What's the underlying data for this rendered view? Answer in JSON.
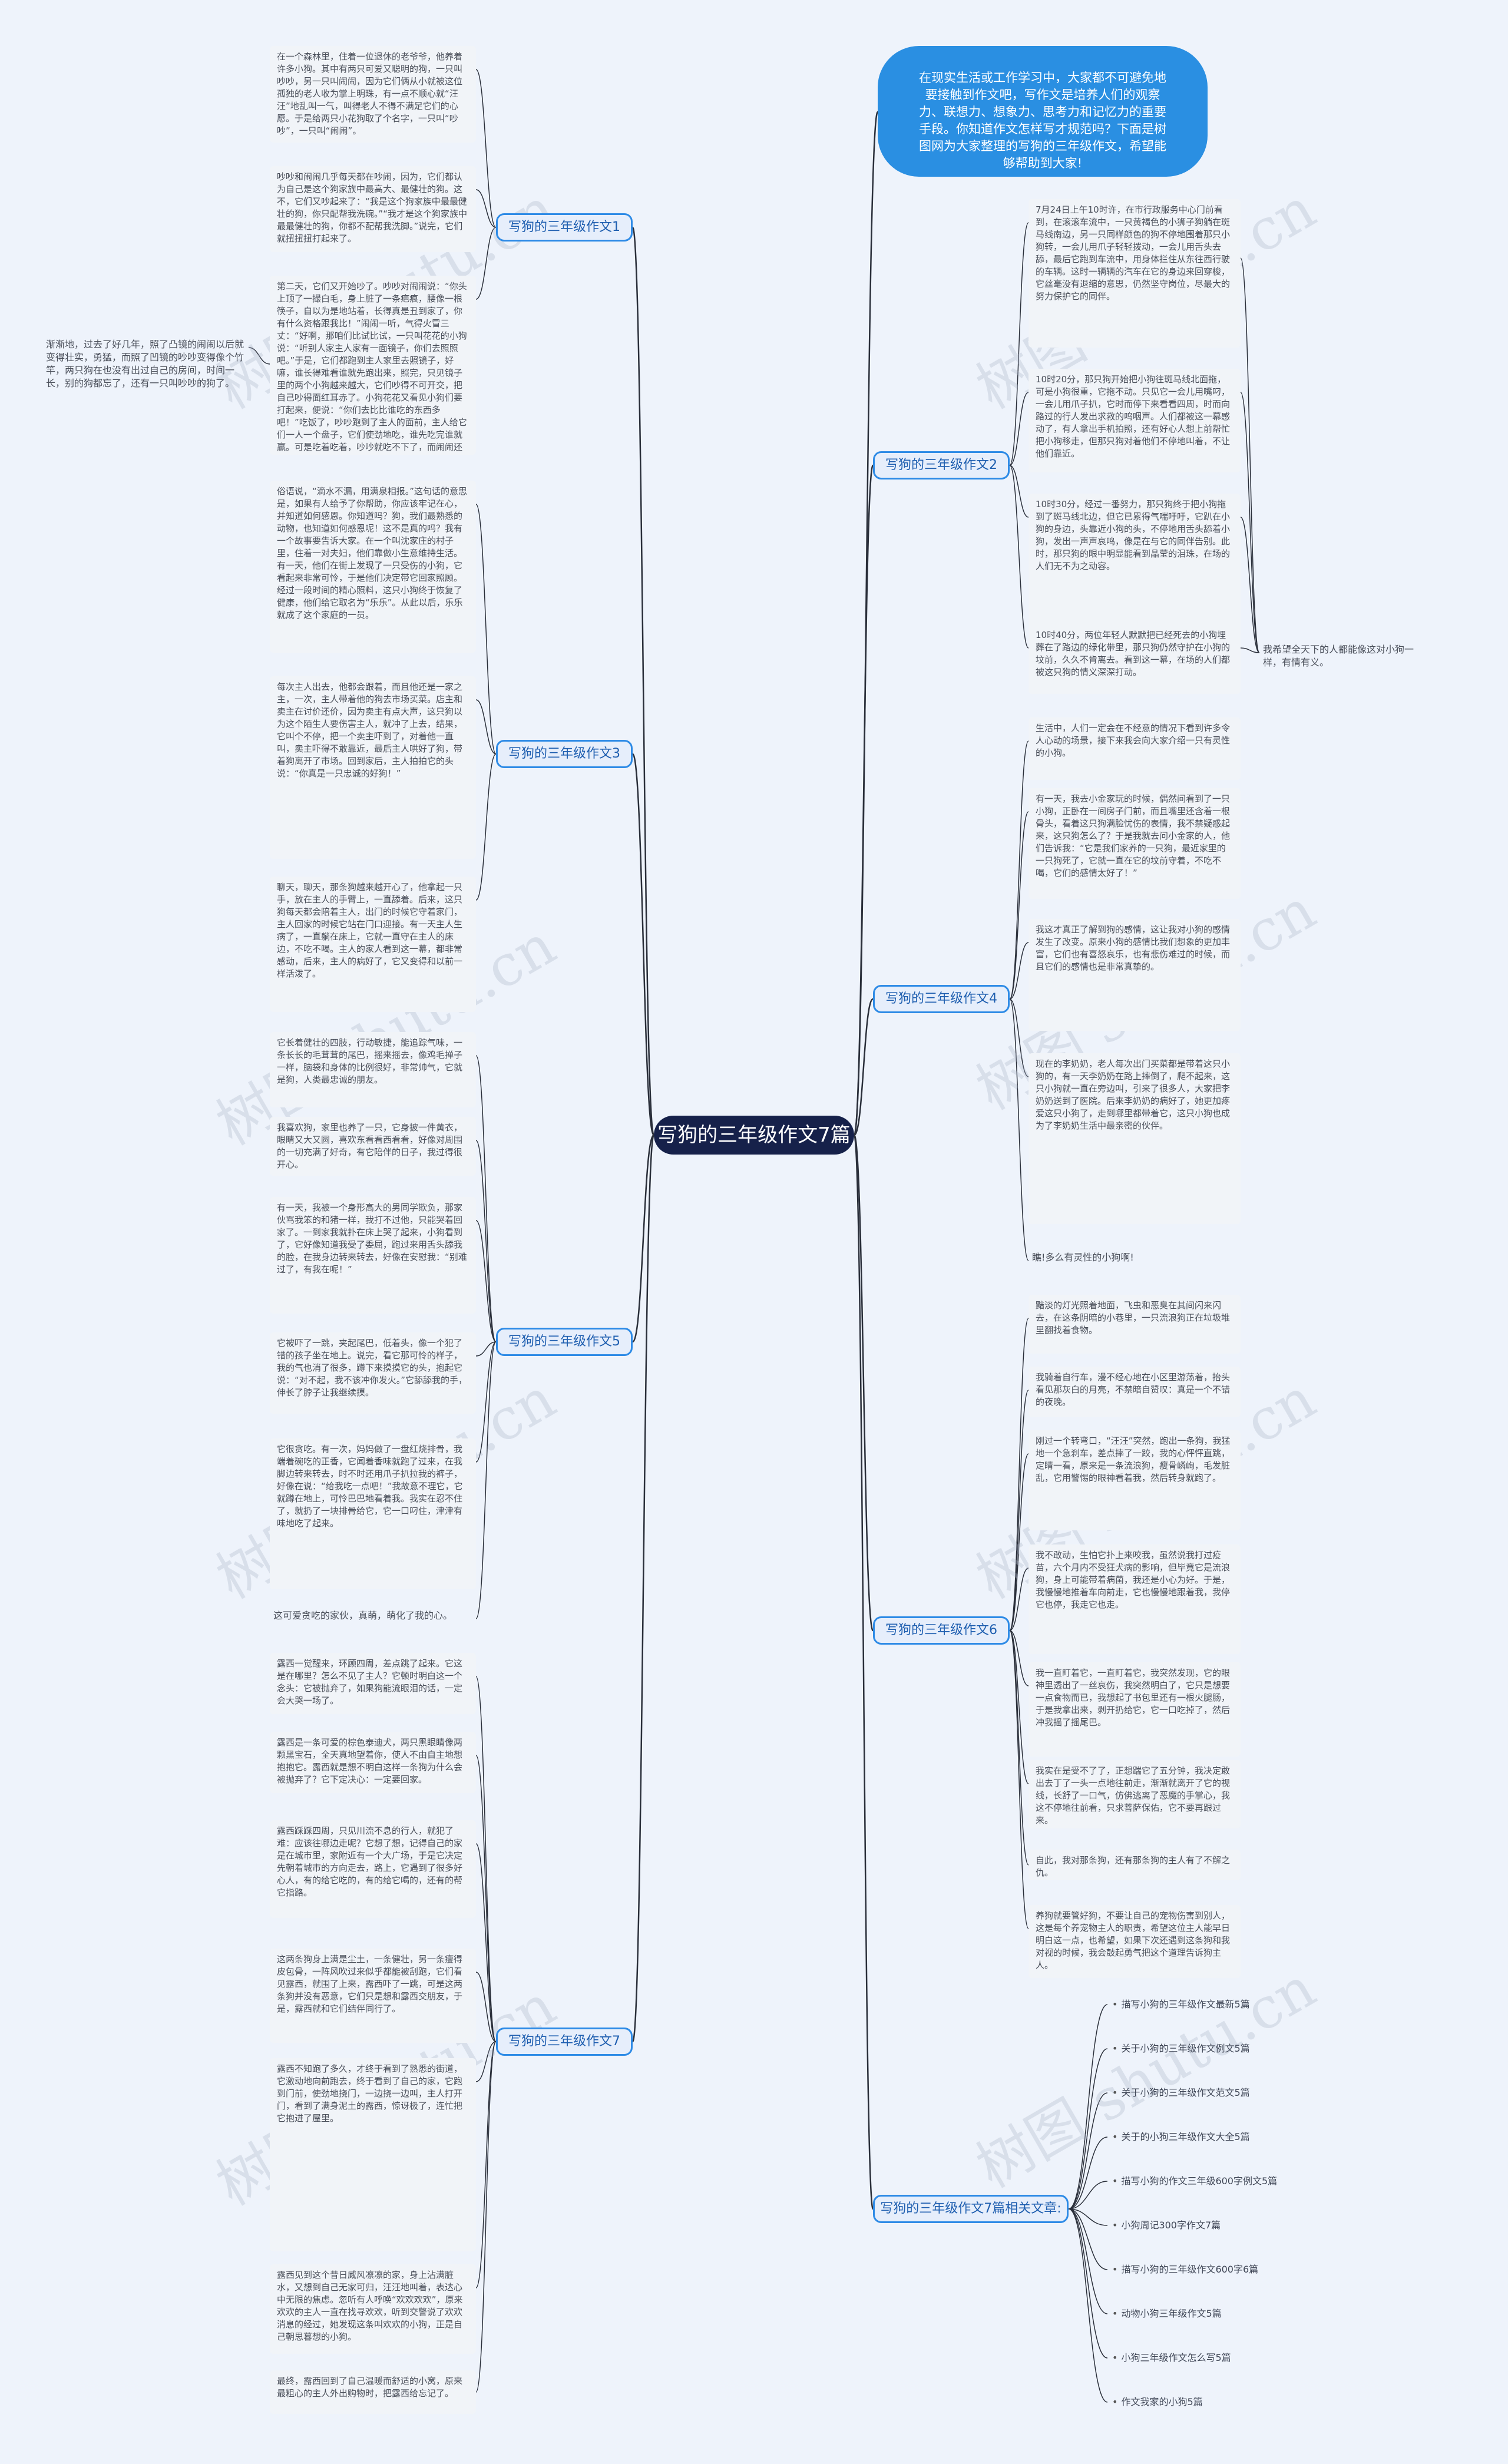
{
  "root": {
    "label": "写狗的三年级作文7篇"
  },
  "intro": "在现实生活或工作学习中，大家都不可避免地要接触到作文吧，写作文是培养人们的观察力、联想力、想象力、思考力和记忆力的重要手段。你知道作文怎样写才规范吗？下面是树图网为大家整理的写狗的三年级作文，希望能够帮助到大家!",
  "branches": [
    {
      "label": "写狗的三年级作文1",
      "notes": [
        "在一个森林里，住着一位退休的老爷爷，他养着许多小狗。其中有两只可爱又聪明的狗，一只叫吵吵，另一只叫闹闹，因为它们俩从小就被这位孤独的老人收为掌上明珠，有一点不顺心就“汪汪”地乱叫一气，叫得老人不得不满足它们的心愿。于是给两只小花狗取了个名字，一只叫“吵吵”，一只叫“闹闹”。",
        "吵吵和闹闹几乎每天都在吵闹，因为，它们都认为自己是这个狗家族中最高大、最健壮的狗。这不，它们又吵起来了：“我是这个狗家族中最最健壮的狗，你只配帮我洗碗。”“我才是这个狗家族中最最健壮的狗，你都不配帮我洗脚。”说完，它们就扭扭扭打起来了。",
        "第二天，它们又开始吵了。吵吵对闹闹说：“你头上顶了一撮白毛，身上脏了一条疤痕，腰像一根筷子，自以为是地站着，长得真是丑到家了，你有什么资格跟我比！”闹闹一听，气得火冒三丈：“好啊，那咱们比试比试，一只叫花花的小狗说：“听别人家主人家有一面镜子，你们去照照吧。”于是，它们都跑到主人家里去照镜子，好嘛，谁长得难看谁就先跑出来，照完，只见镜子里的两个小狗越来越大，它们吵得不可开交，把自己吵得面红耳赤了。小狗花花又看见小狗们要打起来，便说：“你们去比比谁吃的东西多吧！”吃饭了，吵吵跑到了主人的面前，主人给它们一人一个盘子，它们使劲地吃，谁先吃完谁就赢。可是吃着吃着，吵吵就吃不下了，而闹闹还一个劲地往嘴里塞，最终闹闹赢了。吵吵惊讶地发现自己比闹闹壮得多，它们都为自己有这样的想法而感到惭愧。"
      ],
      "side": "渐渐地，过去了好几年，照了凸镜的闹闹以后就变得壮实，勇猛，而照了凹镜的吵吵变得像个竹竿，两只狗在也没有出过自己的房间，时间一长，别的狗都忘了，还有一只叫吵吵的狗了。"
    },
    {
      "label": "写狗的三年级作文2",
      "notes": [
        "7月24日上午10时许，在市行政服务中心门前看到，在滚滚车流中，一只黄褐色的小狮子狗躺在斑马线南边，另一只同样颜色的狗不停地围着那只小狗转，一会儿用爪子轻轻拨动，一会儿用舌头去舔，最后它跑到车流中，用身体拦住从东往西行驶的车辆。这时一辆辆的汽车在它的身边来回穿梭，它丝毫没有退缩的意思，仍然坚守岗位，尽最大的努力保护它的同伴。",
        "10时20分，那只狗开始把小狗往斑马线北面拖，可是小狗很重，它拖不动。只见它一会儿用嘴叼，一会儿用爪子扒，它时而停下来看看四周，时而向路过的行人发出求救的呜咽声。人们都被这一幕感动了，有人拿出手机拍照，还有好心人想上前帮忙把小狗移走，但那只狗对着他们不停地叫着，不让他们靠近。",
        "10时30分，经过一番努力，那只狗终于把小狗拖到了斑马线北边，但它已累得气喘吁吁，它趴在小狗的身边，头靠近小狗的头，不停地用舌头舔着小狗，发出一声声哀鸣，像是在与它的同伴告别。此时，那只狗的眼中明显能看到晶莹的泪珠，在场的人们无不为之动容。",
        "10时40分，两位年轻人默默把已经死去的小狗埋葬在了路边的绿化带里，那只狗仍然守护在小狗的坟前，久久不肯离去。看到这一幕，在场的人们都被这只狗的情义深深打动。"
      ],
      "side": "我希望全天下的人都能像这对小狗一样，有情有义。"
    },
    {
      "label": "写狗的三年级作文3",
      "notes": [
        "俗语说，“滴水不漏，用满泉相报。”这句话的意思是，如果有人给予了你帮助，你应该牢记在心，并知道如何感恩。你知道吗？狗，我们最熟悉的动物，也知道如何感恩呢！这不是真的吗？我有一个故事要告诉大家。在一个叫沈家庄的村子里，住着一对夫妇，他们靠做小生意维持生活。有一天，他们在街上发现了一只受伤的小狗，它看起来非常可怜，于是他们决定带它回家照顾。经过一段时间的精心照料，这只小狗终于恢复了健康，他们给它取名为“乐乐”。从此以后，乐乐就成了这个家庭的一员。",
        "每次主人出去，他都会跟着，而且他还是一家之主，一次，主人带着他的狗去市场买菜。店主和卖主在讨价还价，因为卖主有点大声，这只狗以为这个陌生人要伤害主人，就冲了上去，结果，它叫个不停，把一个卖主吓到了，对着他一直叫，卖主吓得不敢靠近，最后主人哄好了狗，带着狗离开了市场。回到家后，主人拍拍它的头说：“你真是一只忠诚的好狗！”",
        "聊天，聊天，那条狗越来越开心了，他拿起一只手，放在主人的手臂上，一直舔着。后来，这只狗每天都会陪着主人，出门的时候它守着家门，主人回家的时候它站在门口迎接。有一天主人生病了，一直躺在床上，它就一直守在主人的床边，不吃不喝。主人的家人看到这一幕，都非常感动，后来，主人的病好了，它又变得和以前一样活泼了。"
      ],
      "side": ""
    },
    {
      "label": "写狗的三年级作文4",
      "notes": [
        "生活中，人们一定会在不经意的情况下看到许多令人心动的场景，接下来我会向大家介绍一只有灵性的小狗。",
        "有一天，我去小金家玩的时候，偶然间看到了一只小狗，正卧在一间房子门前，而且嘴里还含着一根骨头，看着这只狗满脸忧伤的表情，我不禁疑惑起来，这只狗怎么了？于是我就去问小金家的人，他们告诉我：“它是我们家养的一只狗，最近家里的一只狗死了，它就一直在它的坟前守着，不吃不喝，它们的感情太好了！”",
        "我这才真正了解到狗的感情，这让我对小狗的感情发生了改变。原来小狗的感情比我们想象的更加丰富，它们也有喜怒哀乐，也有悲伤难过的时候，而且它们的感情也是非常真挚的。",
        "现在的李奶奶，老人每次出门买菜都是带着这只小狗的，有一天李奶奶在路上摔倒了，爬不起来，这只小狗就一直在旁边叫，引来了很多人，大家把李奶奶送到了医院。后来李奶奶的病好了，她更加疼爱这只小狗了，走到哪里都带着它，这只小狗也成为了李奶奶生活中最亲密的伙伴。"
      ],
      "side": "瞧!多么有灵性的小狗啊!"
    },
    {
      "label": "写狗的三年级作文5",
      "notes": [
        "它长着健壮的四肢，行动敏捷，能追踪气味，一条长长的毛茸茸的尾巴，摇来摇去，像鸡毛掸子一样，脑袋和身体的比例很好，非常帅气，它就是狗，人类最忠诚的朋友。",
        "我喜欢狗，家里也养了一只，它身披一件黄衣，眼睛又大又圆，喜欢东看看西看看，好像对周围的一切充满了好奇，有它陪伴的日子，我过得很开心。",
        "有一天，我被一个身形高大的男同学欺负，那家伙骂我笨的和猪一样，我打不过他，只能哭着回家了。一到家我就扑在床上哭了起来，小狗看到了，它好像知道我受了委屈，跑过来用舌头舔我的脸，在我身边转来转去，好像在安慰我：“别难过了，有我在呢！”",
        "它被吓了一跳，夹起尾巴，低着头，像一个犯了错的孩子坐在地上。说完，看它那可怜的样子，我的气也消了很多，蹲下来摸摸它的头，抱起它说：“对不起，我不该冲你发火。”它舔舔我的手，伸长了脖子让我继续摸。",
        "它很贪吃。有一次，妈妈做了一盘红烧排骨，我端着碗吃的正香，它闻着香味就跑了过来，在我脚边转来转去，时不时还用爪子扒拉我的裤子，好像在说：“给我吃一点吧！”我故意不理它，它就蹲在地上，可怜巴巴地看着我。我实在忍不住了，就扔了一块排骨给它，它一口叼住，津津有味地吃了起来。"
      ],
      "side": "这可爱贪吃的家伙，真萌，萌化了我的心。"
    },
    {
      "label": "写狗的三年级作文6",
      "notes": [
        "黯淡的灯光照着地面，飞虫和恶臭在其间闪来闪去，在这条阴暗的小巷里，一只流浪狗正在垃圾堆里翻找着食物。",
        "我骑着自行车，漫不经心地在小区里游荡着，抬头看见那灰白的月亮，不禁暗自赞叹：真是一个不错的夜晚。",
        "刚过一个转弯口，“汪汪”突然，跑出一条狗，我猛地一个急刹车，差点摔了一跤，我的心怦怦直跳，定睛一看，原来是一条流浪狗，瘦骨嶙峋，毛发脏乱，它用警惕的眼神看着我，然后转身就跑了。",
        "我不敢动，生怕它扑上来咬我，虽然说我打过疫苗，六个月内不受狂犬病的影响，但毕竟它是流浪狗，身上可能带着病菌，我还是小心为好。于是，我慢慢地推着车向前走，它也慢慢地跟着我，我停它也停，我走它也走。",
        "我一直盯着它，一直盯着它，我突然发现，它的眼神里透出了一丝哀伤，我突然明白了，它只是想要一点食物而已，我想起了书包里还有一根火腿肠，于是我拿出来，剥开扔给它，它一口吃掉了，然后冲我摇了摇尾巴。",
        "我实在是受不了了，正想踹它了五分钟，我决定敢出去丁了一头一点地往前走，渐渐就离开了它的视线，长舒了一口气，仿佛逃离了恶魔的手掌心，我这不停地往前看，只求菩萨保佑，它不要再跟过来。",
        "自此，我对那条狗，还有那条狗的主人有了不解之仇。",
        "养狗就要管好狗，不要让自己的宠物伤害到别人，这是每个养宠物主人的职责，希望这位主人能早日明白这一点，也希望，如果下次还遇到这条狗和我对视的时候，我会鼓起勇气把这个道理告诉狗主人。"
      ],
      "side": ""
    },
    {
      "label": "写狗的三年级作文7",
      "notes": [
        "露西一觉醒来，环顾四周，差点跳了起来。它这是在哪里？怎么不见了主人？它顿时明白这一个念头：它被抛弃了，如果狗能流眼泪的话，一定会大哭一场了。",
        "露西是一条可爱的棕色泰迪犬，两只黑眼睛像两颗黑宝石，全天真地望着你，使人不由自主地想抱抱它。露西就是想不明白这样一条狗为什么会被抛弃了？它下定决心：一定要回家。",
        "露西踩踩四周，只见川流不息的行人，就犯了难：应该往哪边走呢？它想了想，记得自己的家是在城市里，家附近有一个大广场，于是它决定先朝着城市的方向走去，路上，它遇到了很多好心人，有的给它吃的，有的给它喝的，还有的帮它指路。",
        "这两条狗身上满是尘土，一条健壮，另一条瘦得皮包骨，一阵风吹过来似乎都能被刮跑，它们看见露西，就围了上来，露西吓了一跳，可是这两条狗并没有恶意，它们只是想和露西交朋友，于是，露西就和它们结伴同行了。",
        "露西不知跑了多久，才终于看到了熟悉的街道，它激动地向前跑去，终于看到了自己的家，它跑到门前，使劲地挠门，一边挠一边叫，主人打开门，看到了满身泥土的露西，惊讶极了，连忙把它抱进了屋里。",
        "露西见到这个昔日威风凛凛的家，身上沾满脏水，又想到自己无家可归，汪汪地叫着，表达心中无限的焦虑。忽听有人呼唤“欢欢欢欢”，原来欢欢的主人一直在找寻欢欢，听到交警说了欢欢消息的经过，她发现这条叫欢欢的小狗，正是自己朝思暮想的小狗。",
        "最终，露西回到了自己温暖而舒适的小窝，原来最粗心的主人外出购物时，把露西给忘记了。"
      ],
      "side": ""
    }
  ],
  "related": {
    "label": "写狗的三年级作文7篇相关文章:",
    "items": [
      "描写小狗的三年级作文最新5篇",
      "关于小狗的三年级作文例文5篇",
      "关于小狗的三年级作文范文5篇",
      "关于的小狗三年级作文大全5篇",
      "描写小狗的作文三年级600字例文5篇",
      "小狗周记300字作文7篇",
      "描写小狗的三年级作文600字6篇",
      "动物小狗三年级作文5篇",
      "小狗三年级作文怎么写5篇",
      "作文我家的小狗5篇"
    ]
  },
  "watermark": "树图 shutu.cn",
  "colors": {
    "center": "#16214a",
    "branch_border": "#2e8be6",
    "intro": "#2a8fe2",
    "line": "#2a2f3a"
  }
}
